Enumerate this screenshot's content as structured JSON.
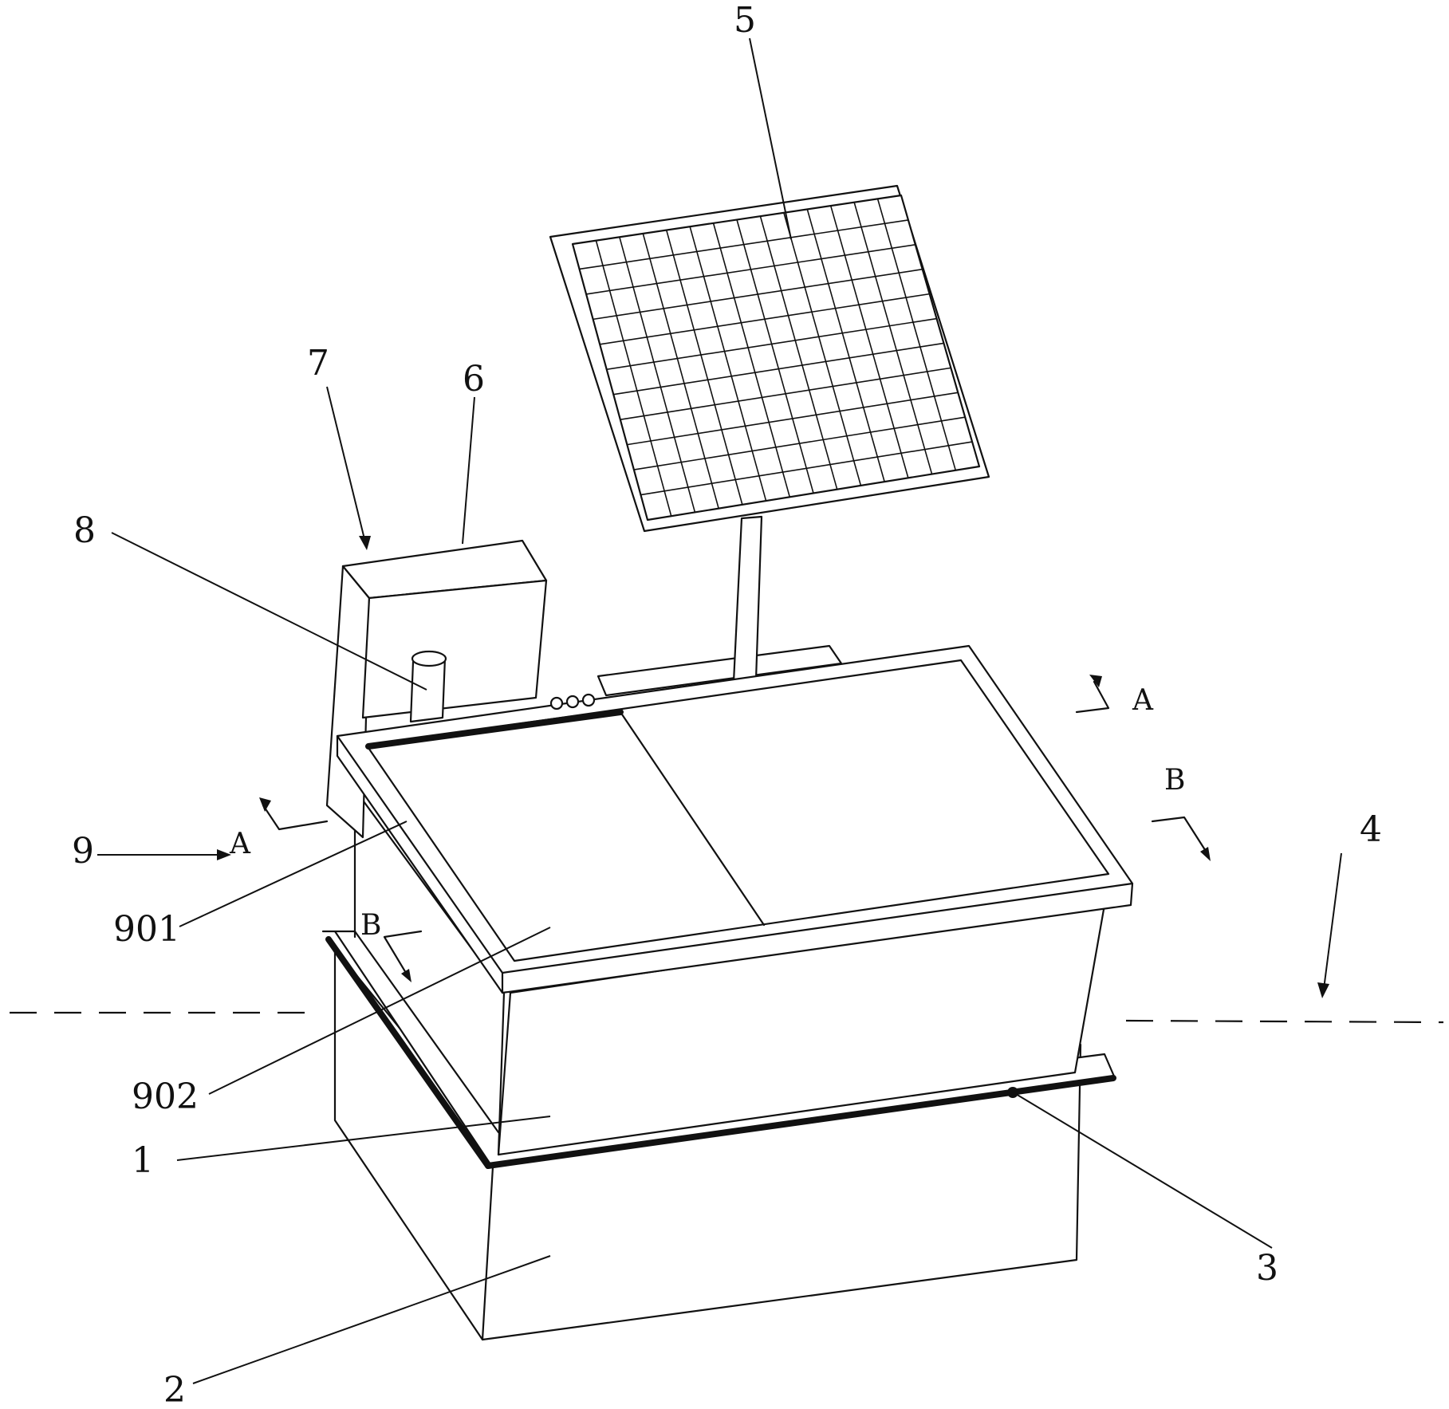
{
  "labels": {
    "n1": "1",
    "n2": "2",
    "n3": "3",
    "n4": "4",
    "n5": "5",
    "n6": "6",
    "n7": "7",
    "n8": "8",
    "n9": "9",
    "n901": "901",
    "n902": "902"
  },
  "section_marks": {
    "a_left": "A",
    "a_left_arrow": "A",
    "a_right": "A",
    "b_left": "B",
    "b_right": "B"
  },
  "solar_panel": {
    "grid_columns": 14,
    "grid_rows": 11
  }
}
